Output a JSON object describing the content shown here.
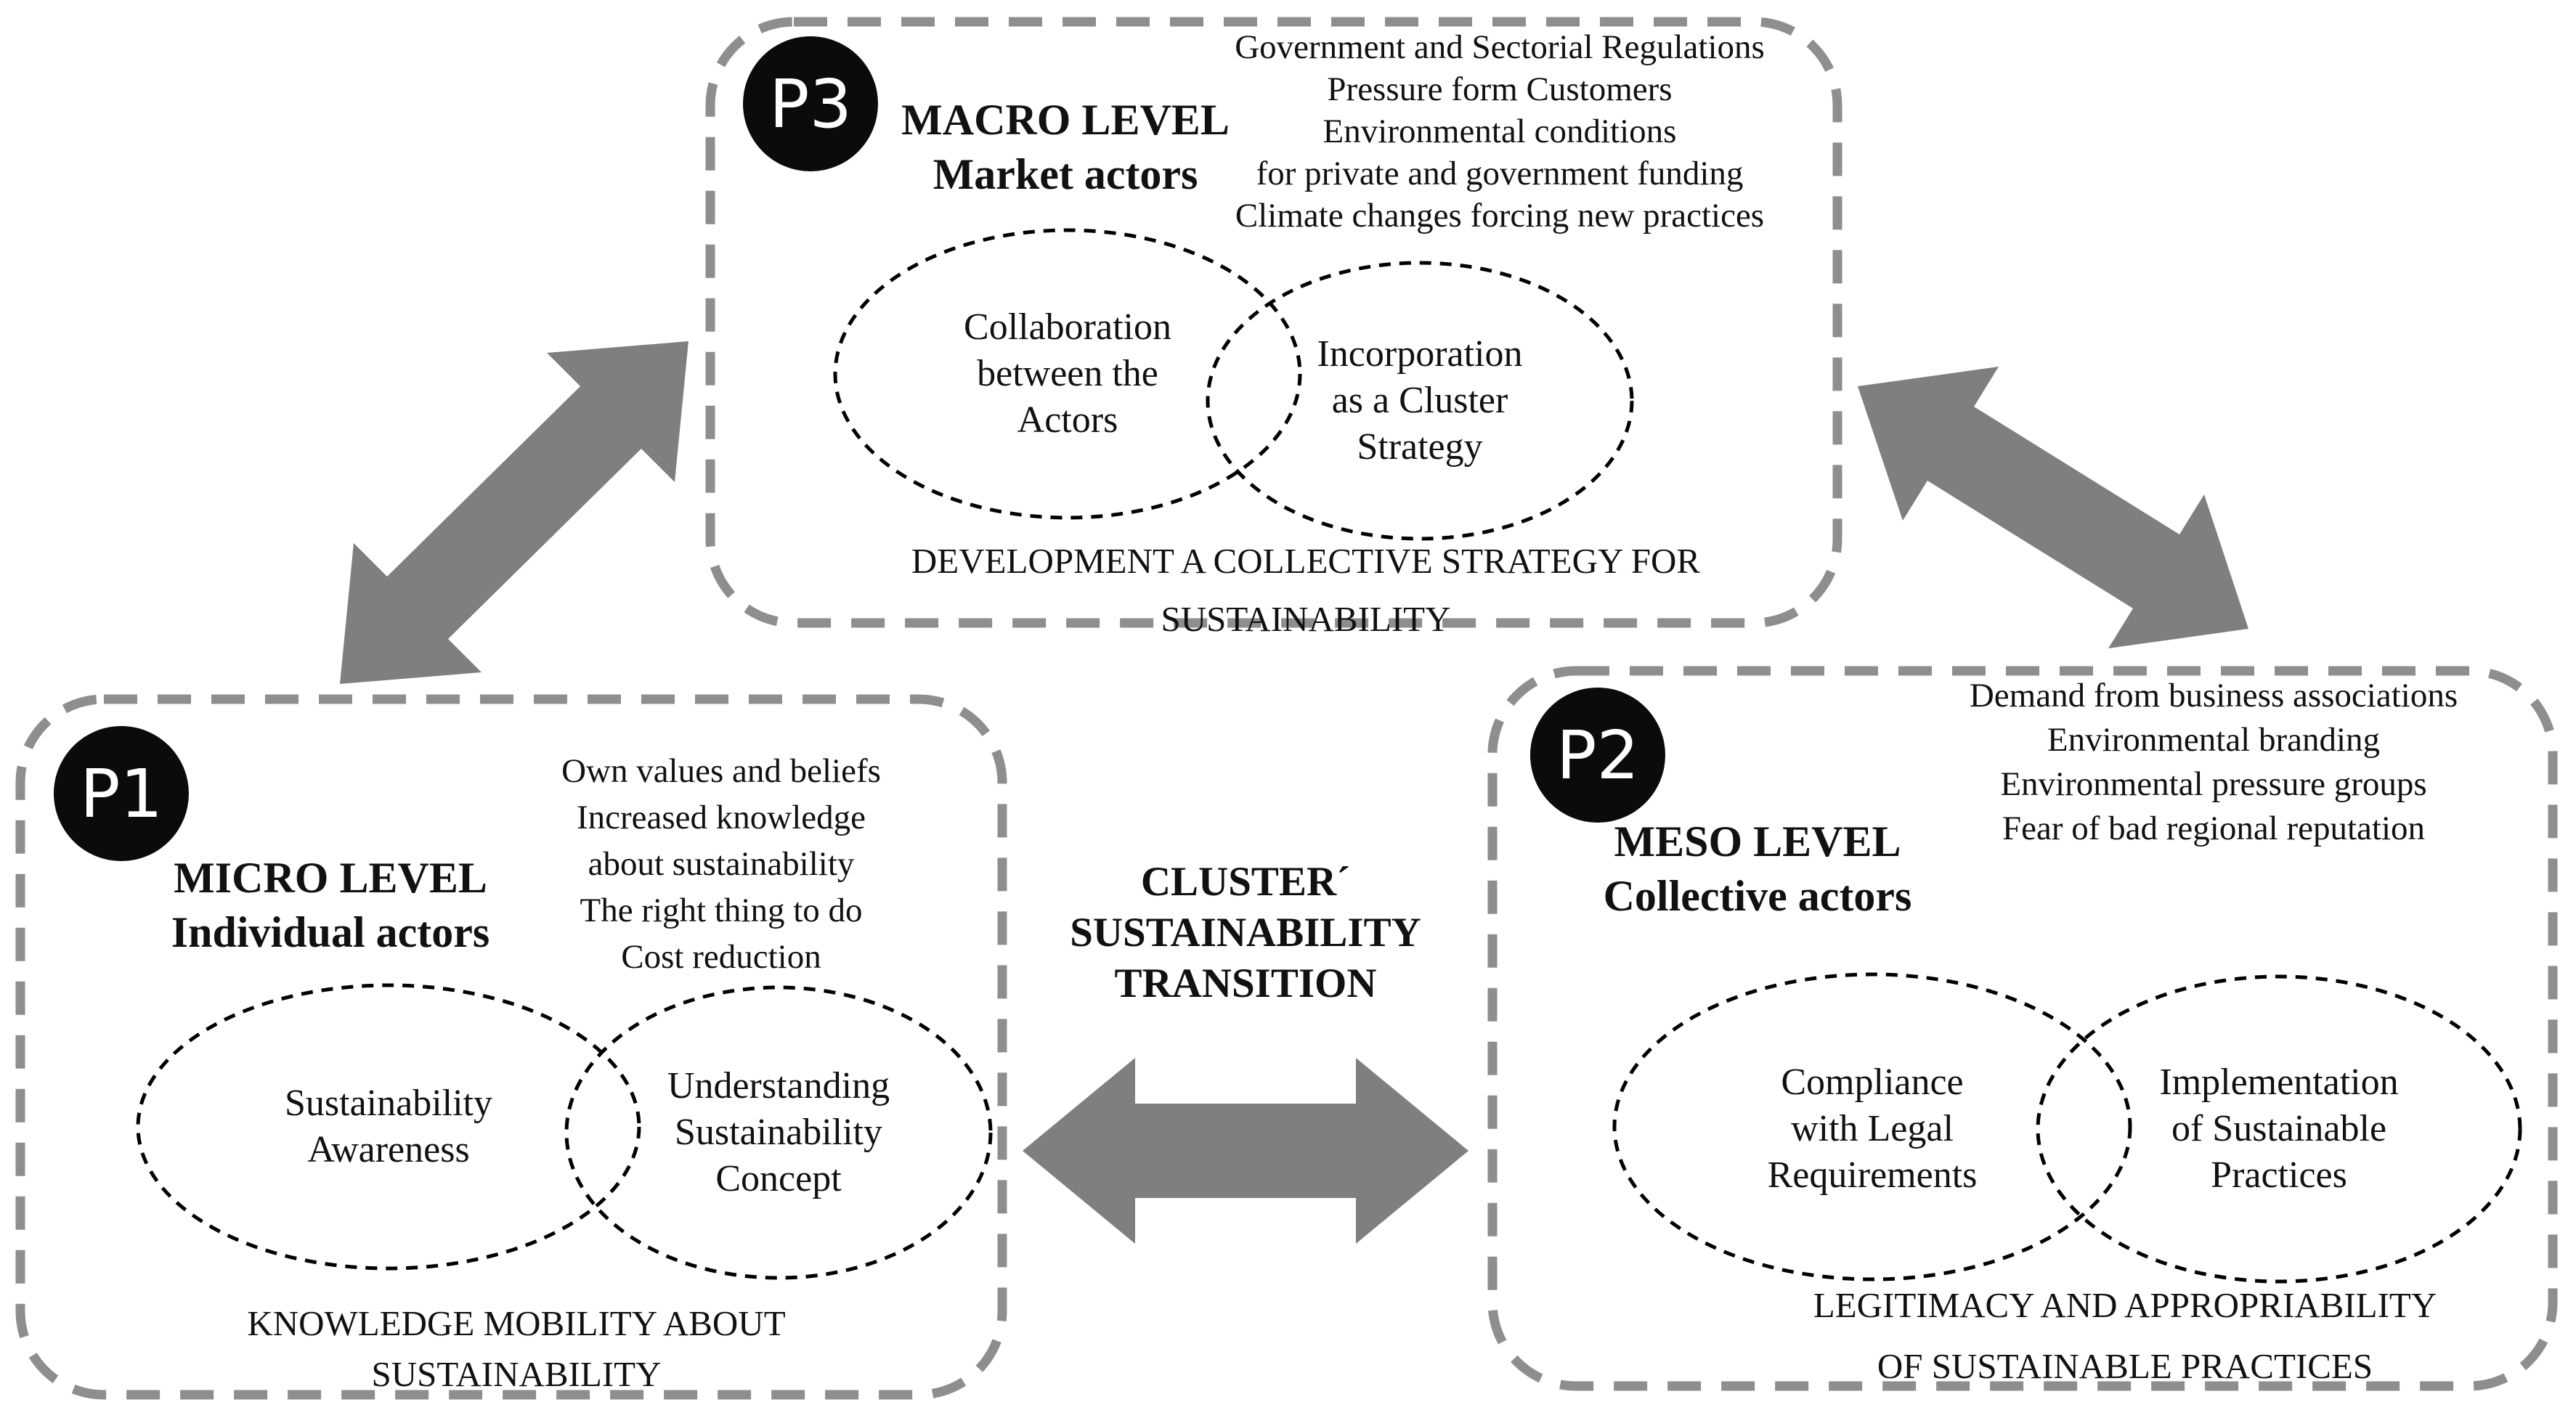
{
  "colors": {
    "background": "#ffffff",
    "box_border_gray": "#8e8e8e",
    "arrow_gray": "#7f7f7f",
    "ellipse_stroke": "#000000",
    "badge_fill": "#0b0b0b",
    "badge_text": "#ffffff",
    "text": "#111111"
  },
  "center_label": {
    "line1": "CLUSTER´",
    "line2": "SUSTAINABILITY",
    "line3": "TRANSITION"
  },
  "macro": {
    "badge": "P3",
    "level": "MACRO LEVEL",
    "actors": "Market actors",
    "drivers": [
      "Government and Sectorial Regulations",
      "Pressure form Customers",
      "Environmental conditions",
      "for private and government funding",
      "Climate changes forcing new practices"
    ],
    "venn_left": [
      "Collaboration",
      "between the",
      "Actors"
    ],
    "venn_right": [
      "Incorporation",
      "as a Cluster",
      "Strategy"
    ],
    "outcome": [
      "DEVELOPMENT A COLLECTIVE STRATEGY FOR",
      "SUSTAINABILITY"
    ]
  },
  "micro": {
    "badge": "P1",
    "level": "MICRO LEVEL",
    "actors": "Individual actors",
    "drivers": [
      "Own values and beliefs",
      "Increased knowledge",
      "about sustainability",
      "The right thing to do",
      "Cost reduction"
    ],
    "venn_left": [
      "Sustainability",
      "Awareness"
    ],
    "venn_right": [
      "Understanding",
      "Sustainability",
      "Concept"
    ],
    "outcome": [
      "KNOWLEDGE MOBILITY ABOUT",
      "SUSTAINABILITY"
    ]
  },
  "meso": {
    "badge": "P2",
    "level": "MESO LEVEL",
    "actors": "Collective actors",
    "drivers": [
      "Demand from business associations",
      "Environmental branding",
      "Environmental pressure groups",
      "Fear of bad regional reputation"
    ],
    "venn_left": [
      "Compliance",
      "with Legal",
      "Requirements"
    ],
    "venn_right": [
      "Implementation",
      "of Sustainable",
      "Practices"
    ],
    "outcome": [
      "LEGITIMACY AND APPROPRIABILITY",
      "OF SUSTAINABLE PRACTICES"
    ]
  }
}
